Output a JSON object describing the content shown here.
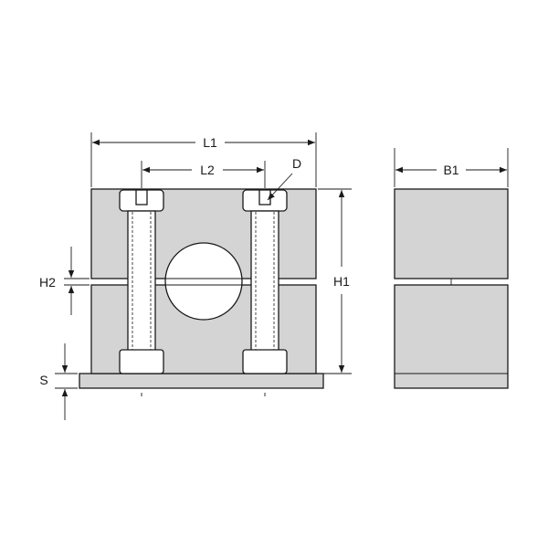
{
  "labels": {
    "L1": "L1",
    "L2": "L2",
    "D": "D",
    "H1": "H1",
    "H2": "H2",
    "S": "S",
    "B1": "B1"
  },
  "colors": {
    "line": "#1a1a1a",
    "fill": "#d4d4d4",
    "background": "#ffffff"
  }
}
